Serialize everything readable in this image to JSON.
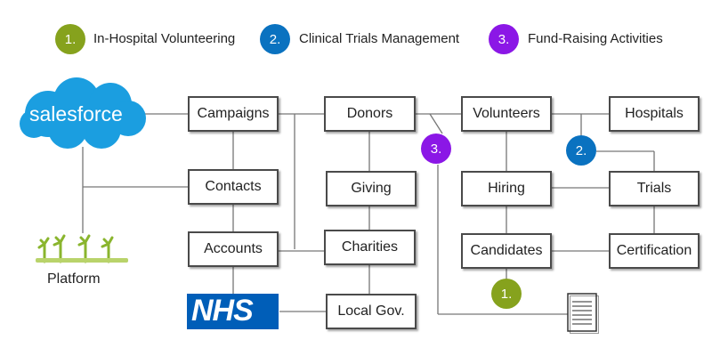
{
  "colors": {
    "green": "#86a21d",
    "blue": "#0a72c0",
    "purple": "#8b17e6",
    "salesforce": "#1b9ee0",
    "nhs": "#005eb8",
    "platform_green": "#8ab52e",
    "line": "#777777"
  },
  "legend": [
    {
      "number": "1.",
      "label": "In-Hospital Volunteering",
      "color": "green"
    },
    {
      "number": "2.",
      "label": "Clinical Trials Management",
      "color": "blue"
    },
    {
      "number": "3.",
      "label": "Fund-Raising Activities",
      "color": "purple"
    }
  ],
  "logos": {
    "salesforce": "salesforce",
    "nhs": "NHS",
    "platform": "Platform"
  },
  "nodes": {
    "campaigns": "Campaigns",
    "contacts": "Contacts",
    "accounts": "Accounts",
    "donors": "Donors",
    "giving": "Giving",
    "charities": "Charities",
    "local_gov": "Local Gov.",
    "volunteers": "Volunteers",
    "hiring": "Hiring",
    "candidates": "Candidates",
    "hospitals": "Hospitals",
    "trials": "Trials",
    "certification": "Certification"
  },
  "markers": {
    "fundraising": "3.",
    "trials": "2.",
    "volunteering": "1."
  },
  "icons": {
    "document": "document-icon",
    "hands": "raised-hands-icon",
    "cloud": "cloud-icon"
  }
}
